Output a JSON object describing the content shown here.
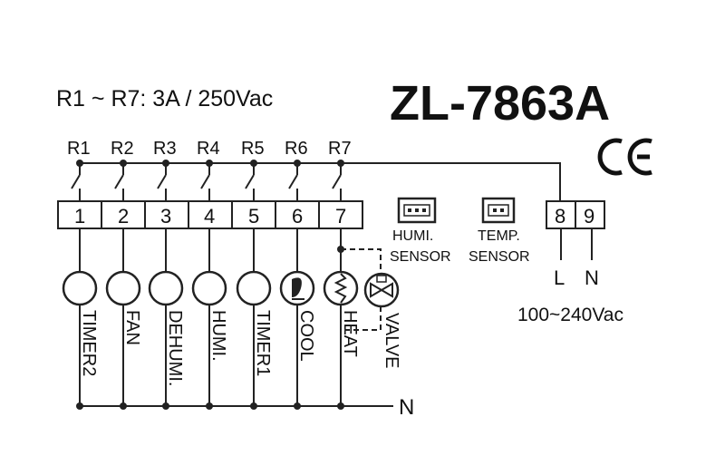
{
  "rating": "R1 ~ R7: 3A / 250Vac",
  "model": "ZL-7863A",
  "certification": "CE",
  "relays": [
    "R1",
    "R2",
    "R3",
    "R4",
    "R5",
    "R6",
    "R7"
  ],
  "terminals": [
    "1",
    "2",
    "3",
    "4",
    "5",
    "6",
    "7"
  ],
  "power_terminals": [
    "8",
    "9"
  ],
  "loads": [
    "TIMER2",
    "FAN",
    "DEHUMI.",
    "HUMI.",
    "TIMER1",
    "COOL",
    "HEAT",
    "VALVE"
  ],
  "sensors": {
    "humi": "HUMI.",
    "temp": "TEMP.",
    "sensor_word": "SENSOR"
  },
  "power": {
    "line": "L",
    "neutral": "N",
    "supply": "100~240Vac"
  },
  "neutral_bus_label": "N",
  "icons": [
    "ce-mark-icon",
    "fan-icon",
    "heater-icon",
    "valve-icon",
    "sensor-connector-icon"
  ]
}
